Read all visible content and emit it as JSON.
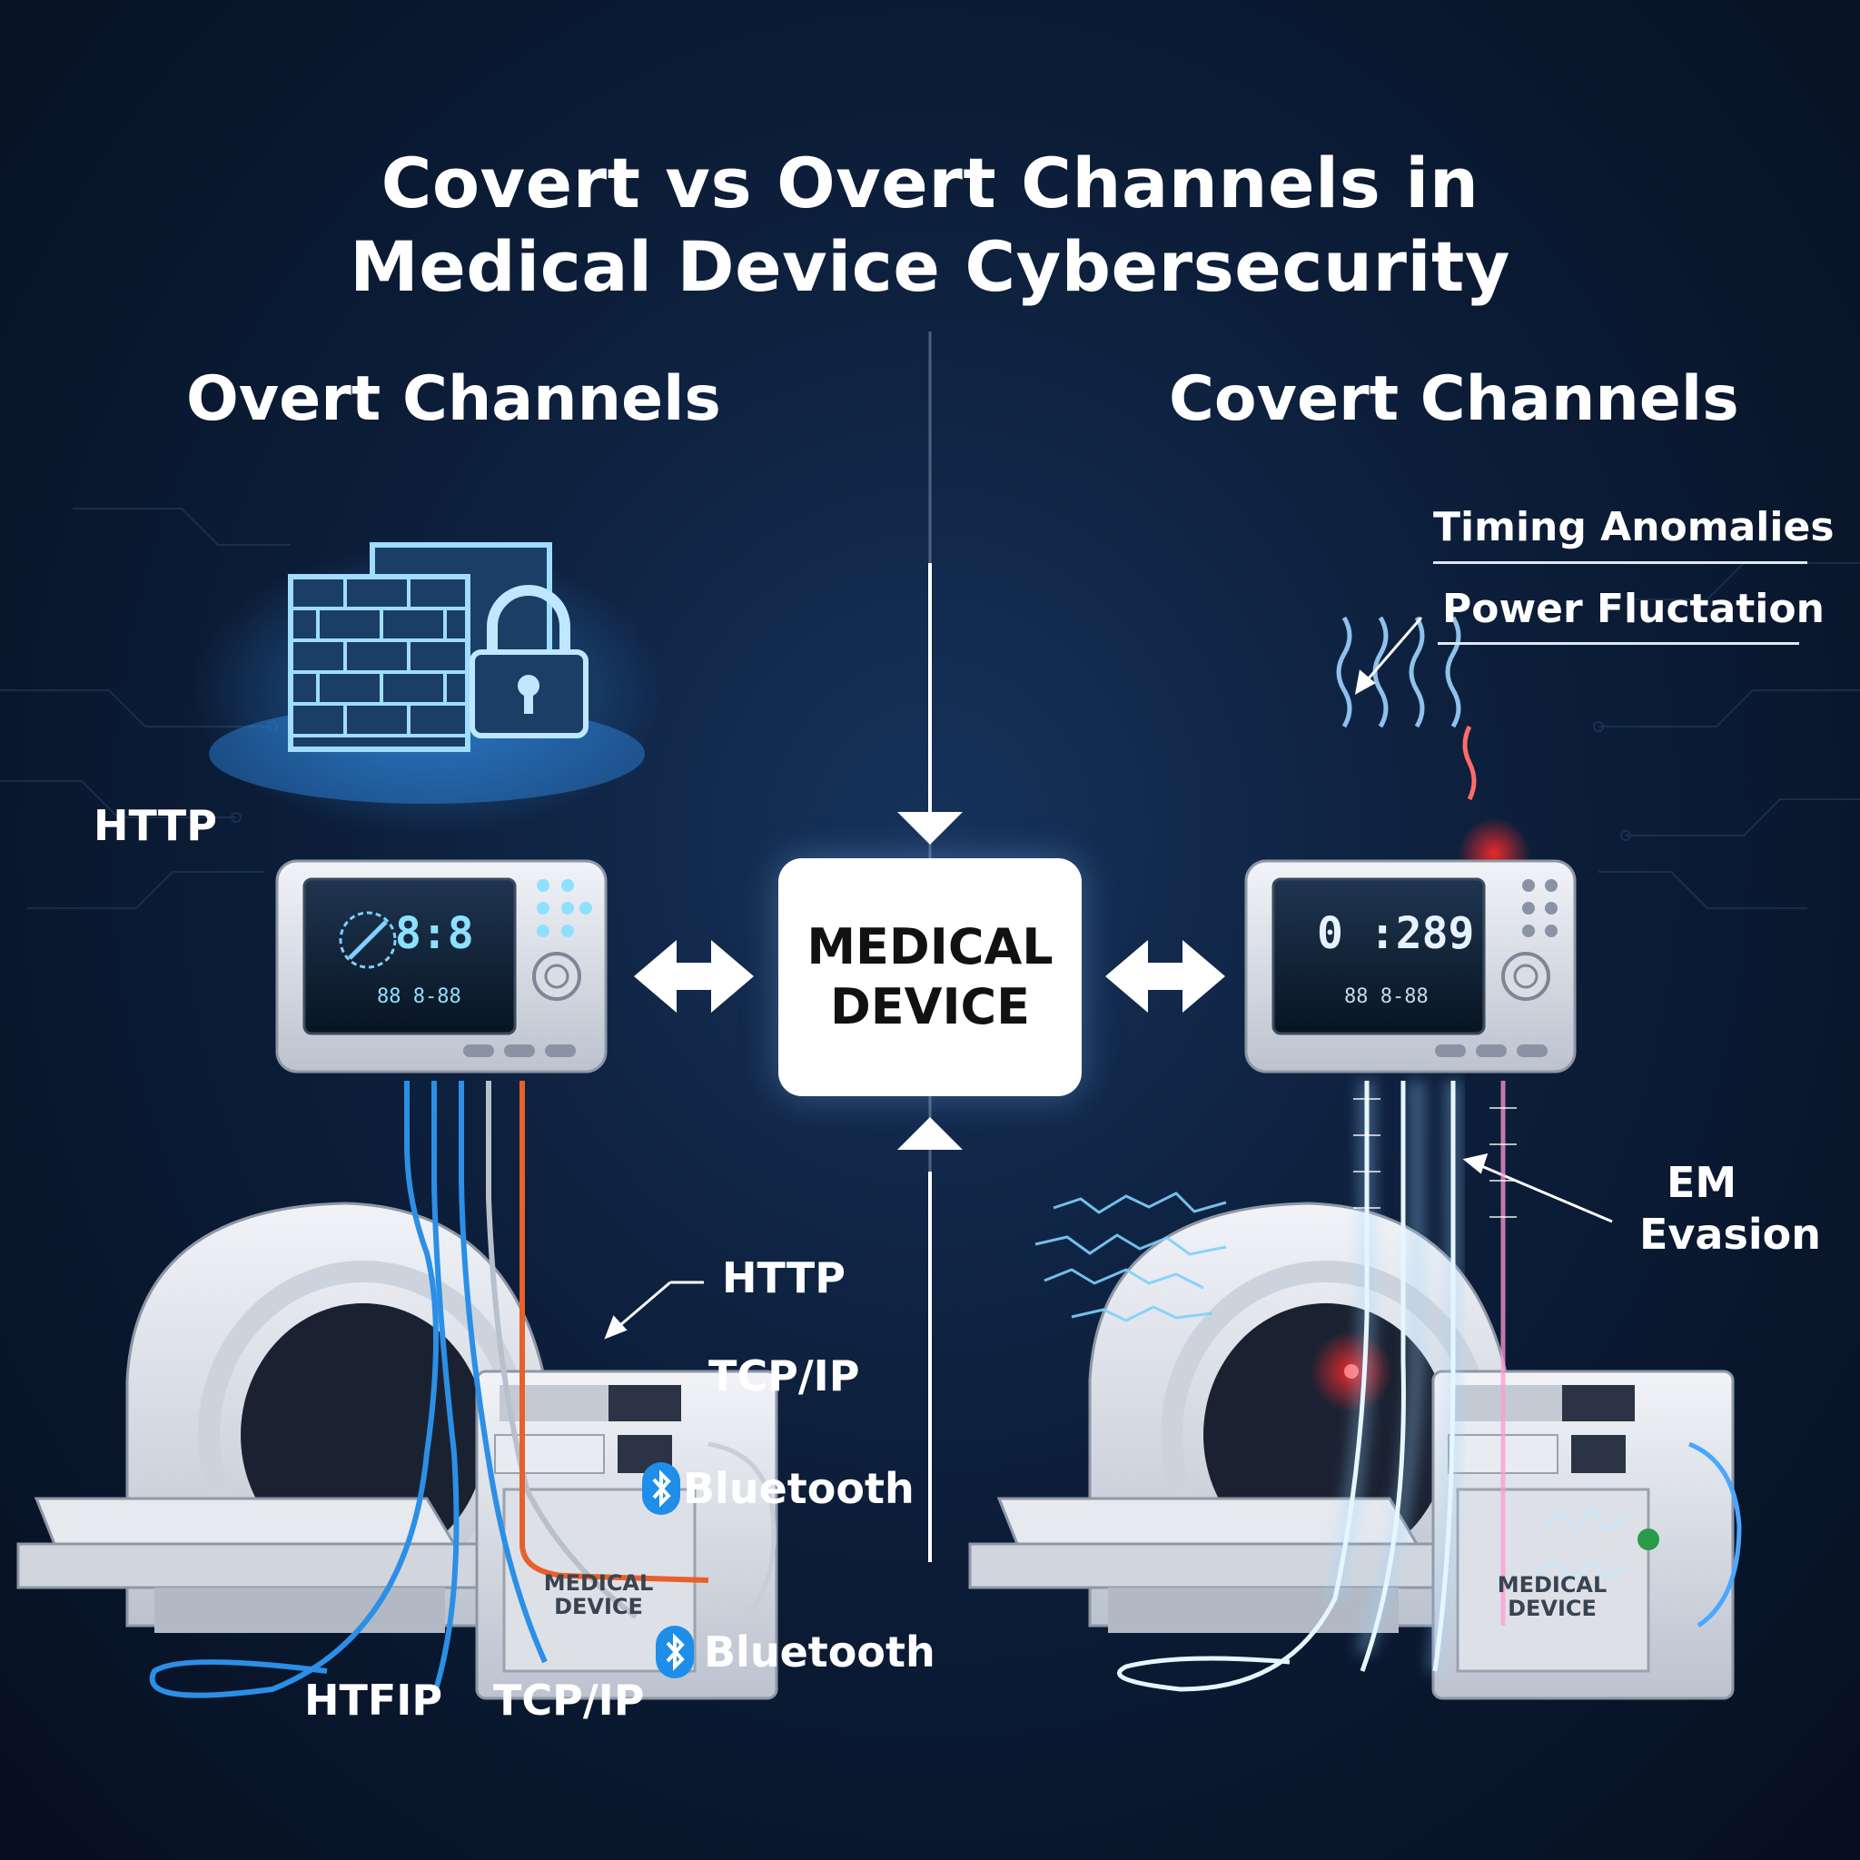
{
  "title": {
    "line1": "Covert vs Overt Channels in",
    "line2": "Medical Device Cybersecurity"
  },
  "sections": {
    "overt": "Overt Channels",
    "covert": "Covert Channels"
  },
  "center_box": {
    "line1": "MEDICAL",
    "line2": "DEVICE"
  },
  "overt_labels": {
    "http_top": "HTTP",
    "http_mid": "HTTP",
    "tcpip_mid": "TCP/IP",
    "bluetooth_mid": "Bluetooth",
    "bluetooth_low": "Bluetooth",
    "http_bottom": "HTFIP",
    "tcpip_bottom": "TCP/IP"
  },
  "covert_labels": {
    "timing": "Timing Anomalies",
    "power": "Power Fluctation",
    "em_line1": "EM",
    "em_line2": "Evasion"
  },
  "monitor_left": {
    "main_readout": "8:8",
    "sub_readout": "88 8-88"
  },
  "monitor_right": {
    "main_readout": "0 :289",
    "sub_readout": "88 8-88"
  },
  "cabinet_label": "MEDICAL DEVICE",
  "cabinet_left": {
    "line1": "MEDICAL",
    "line2": "DEVICE"
  },
  "cabinet_right": {
    "line1": "MEDICAL",
    "line2": "DEVICE"
  },
  "colors": {
    "background": "#0c1e3a",
    "overt_cable_blue": "#2b8fe6",
    "overt_cable_orange": "#e8602a",
    "covert_glow": "#9fd3ff",
    "covert_red": "#ff3b3b",
    "firewall_glow": "#4ab4ff"
  },
  "icons": [
    "firewall-icon",
    "lock-icon",
    "bluetooth-icon",
    "arrow-icon",
    "signal-wave-icon"
  ]
}
